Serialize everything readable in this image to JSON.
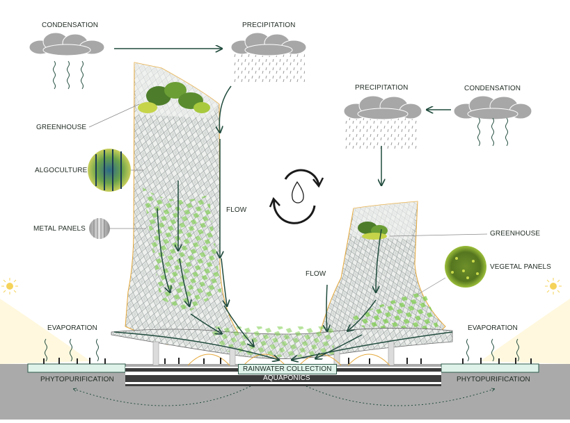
{
  "labels": {
    "condensation_left": "CONDENSATION",
    "precipitation_left": "PRECIPITATION",
    "precipitation_right": "PRECIPITATION",
    "condensation_right": "CONDENSATION",
    "greenhouse_left": "GREENHOUSE",
    "algoculture": "ALGOCULTURE",
    "metal_panels": "METAL PANELS",
    "flow_left": "FLOW",
    "flow_right": "FLOW",
    "greenhouse_right": "GREENHOUSE",
    "vegetal_panels": "VEGETAL PANELS",
    "evaporation_left": "EVAPORATION",
    "evaporation_right": "EVAPORATION",
    "rainwater_collection": "RAINWATER COLLECTION",
    "aquaponics": "AQUAPONICS",
    "phytopurification_left": "PHYTOPURIFICATION",
    "phytopurification_right": "PHYTOPURIFICATION"
  },
  "colors": {
    "arrow": "#1f4a3c",
    "cloud": "#a7a7a7",
    "ground": "#aaaaaa",
    "vegetation": "#7ccd4a",
    "sun": "#f5d35a",
    "pool": "#dff2ea"
  },
  "icons": [
    "cycle-icon",
    "water-drop-icon",
    "sun-icon",
    "cloud-icon"
  ]
}
